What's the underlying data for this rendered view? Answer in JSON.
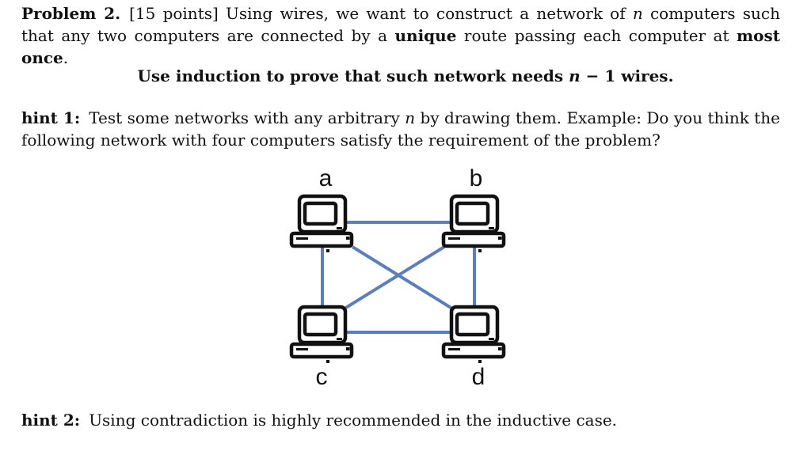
{
  "page": {
    "background": "#ffffff",
    "text_color": "#111111"
  },
  "problem": {
    "label": "Problem 2.",
    "body_1": "[15 points] Using wires, we want to construct a network of ",
    "math_n": "n",
    "body_2": " computers such that any two computers are connected by a ",
    "bold_unique": "unique",
    "body_3": " route passing each computer at ",
    "bold_most_once": "most once",
    "body_4": "."
  },
  "theorem": {
    "part_1": "Use induction to prove that such network needs ",
    "math_n": "n",
    "part_2": " − 1 wires."
  },
  "hint1": {
    "label": "hint 1:",
    "body_1": "Test some networks with any arbitrary ",
    "math_n": "n",
    "body_2": " by drawing them. Example: Do you think the following network with four computers satisfy the requirement of the problem?"
  },
  "hint2": {
    "label": "hint 2:",
    "body": "Using contradiction is highly recommended in the inductive case."
  },
  "diagram": {
    "description": "complete network of four computers",
    "wire_color": "#5b7ebe",
    "icon_color": "#111111",
    "label_color": "#111111",
    "nodes": [
      {
        "id": "a",
        "label": "a"
      },
      {
        "id": "b",
        "label": "b"
      },
      {
        "id": "c",
        "label": "c"
      },
      {
        "id": "d",
        "label": "d"
      }
    ],
    "edges": [
      {
        "from": "a",
        "to": "b"
      },
      {
        "from": "a",
        "to": "c"
      },
      {
        "from": "a",
        "to": "d"
      },
      {
        "from": "b",
        "to": "c"
      },
      {
        "from": "b",
        "to": "d"
      },
      {
        "from": "c",
        "to": "d"
      }
    ]
  }
}
